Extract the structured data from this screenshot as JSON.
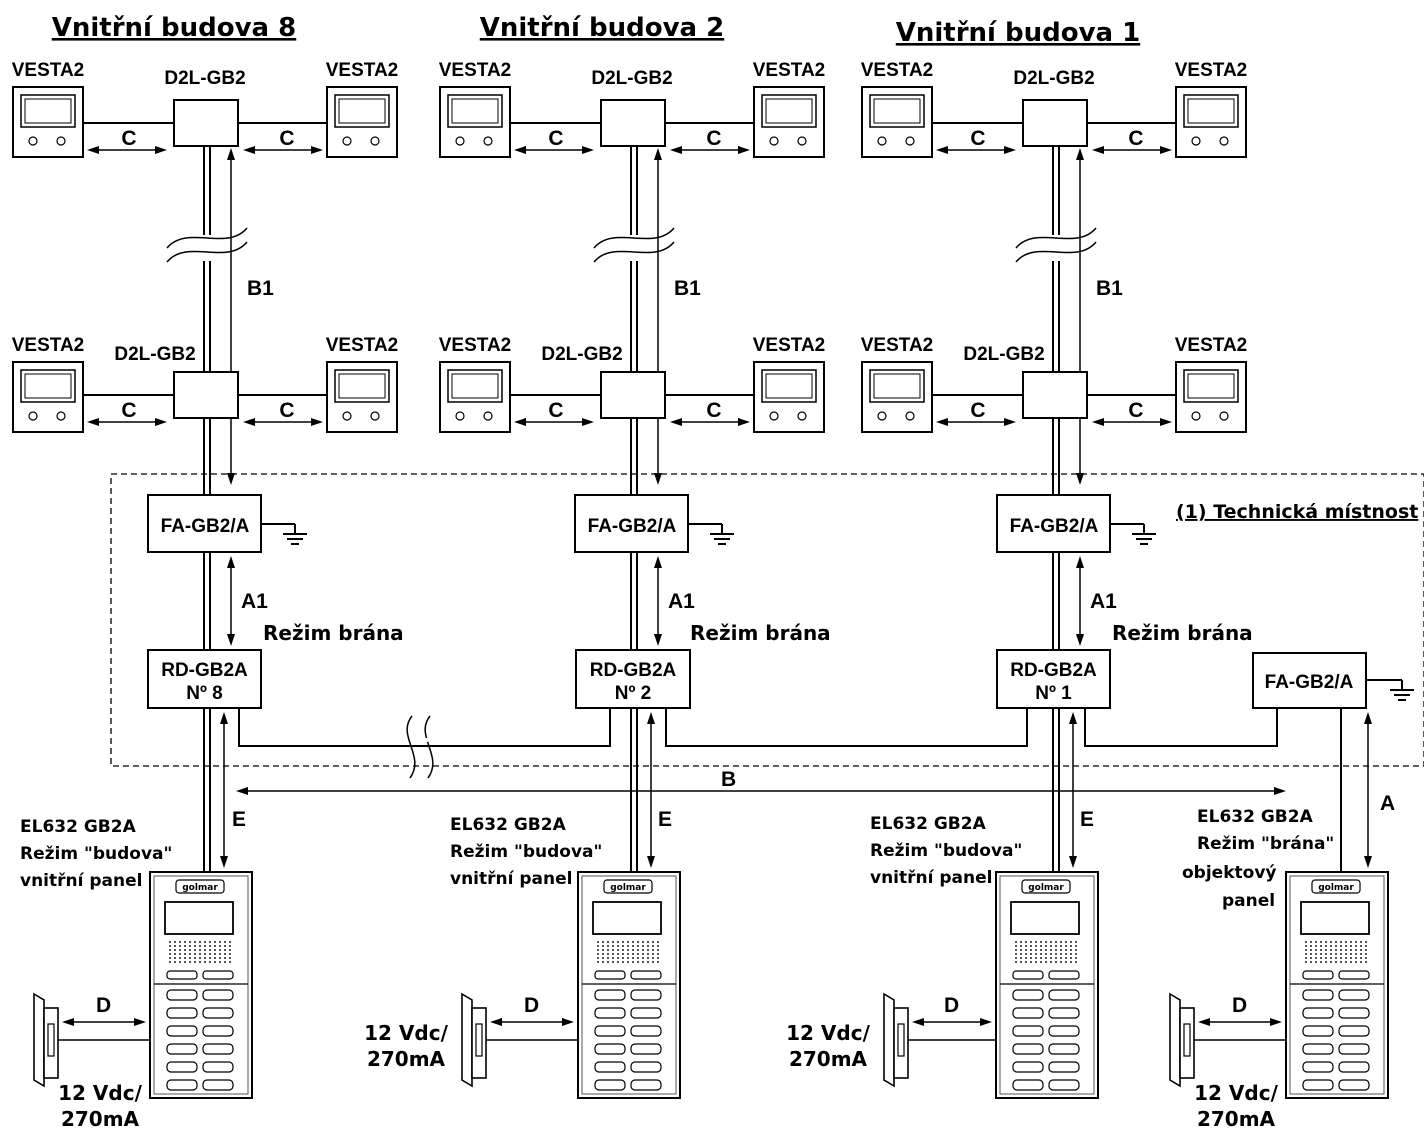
{
  "buildings": [
    {
      "title": "Vnitřní budova 8",
      "gateway_label": "RD-GB2A",
      "gateway_number": "Nº 8",
      "mode": "Režim brána",
      "panel_label": [
        "EL632 GB2A",
        "Režim \"budova\"",
        "vnitřní panel"
      ],
      "lock_power": [
        "12 Vdc/",
        "270mA"
      ]
    },
    {
      "title": "Vnitřní budova 2",
      "gateway_label": "RD-GB2A",
      "gateway_number": "Nº 2",
      "mode": "Režim brána",
      "panel_label": [
        "EL632 GB2A",
        "Režim \"budova\"",
        "vnitřní panel"
      ],
      "lock_power": [
        "12 Vdc/",
        "270mA"
      ]
    },
    {
      "title": "Vnitřní budova 1",
      "gateway_label": "RD-GB2A",
      "gateway_number": "Nº 1",
      "mode": "Režim brána",
      "panel_label": [
        "EL632 GB2A",
        "Režim \"budova\"",
        "vnitřní panel"
      ],
      "lock_power": [
        "12 Vdc/",
        "270mA"
      ]
    }
  ],
  "devices": {
    "monitor": "VESTA2",
    "distributor": "D2L-GB2",
    "power_supply": "FA-GB2/A",
    "logo_text": "golmar"
  },
  "cables": {
    "c": "C",
    "b1": "B1",
    "a1": "A1",
    "e": "E",
    "b": "B",
    "a": "A",
    "d": "D"
  },
  "technical_room": "(1) Technická místnost",
  "main_panel": {
    "power_supply": "FA-GB2/A",
    "label": [
      "EL632 GB2A",
      "Režim \"brána\"",
      "objektový",
      "panel"
    ],
    "lock_power": [
      "12 Vdc/",
      "270mA"
    ]
  }
}
